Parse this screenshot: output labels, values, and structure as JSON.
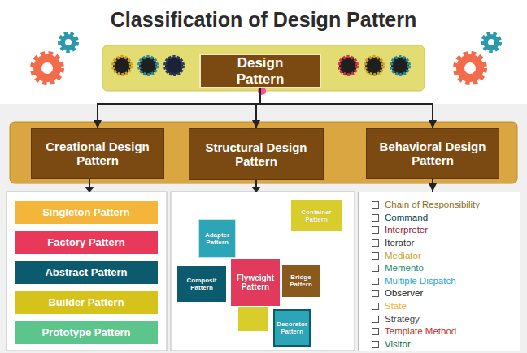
{
  "diagram": {
    "title": "Classification of Design Pattern",
    "nodes": [
      {
        "text": [
          "Design Pattern"
        ]
      },
      {
        "text": [
          "Creational Design Pattern"
        ]
      },
      {
        "text": [
          "Structural Design Pattern"
        ]
      },
      {
        "text": [
          "Behavioral Design Pattern"
        ]
      },
      {
        "text": [
          "Singleton Pattern"
        ]
      },
      {
        "text": [
          "Factory Pattern"
        ]
      },
      {
        "text": [
          "Abstract Pattern"
        ]
      },
      {
        "text": [
          "Builder Pattern"
        ]
      },
      {
        "text": [
          "Prototype Pattern"
        ]
      },
      {
        "text": [
          "Adapter Pattern"
        ]
      },
      {
        "text": [
          "Container Pattern"
        ]
      },
      {
        "text": [
          "Composit Pattern"
        ]
      },
      {
        "text": [
          "Flyweight Pattern"
        ]
      },
      {
        "text": [
          "Bridge Pattern"
        ]
      },
      {
        "text": [
          "Decorator Pattern"
        ]
      },
      {
        "text": [
          "Chain of Responsibility",
          "Command",
          "Interpreter",
          "Iterator",
          "Mediator",
          "Memento",
          "Multiple Dispatch",
          "Observer",
          "State",
          "Strategy",
          "Template Method",
          "Visitor"
        ]
      }
    ],
    "edges": [
      {
        "from": 0,
        "to": 1,
        "arrow": "to"
      },
      {
        "from": 0,
        "to": 2,
        "arrow": "to"
      },
      {
        "from": 0,
        "to": 3,
        "arrow": "to"
      },
      {
        "from": 3,
        "to": 15,
        "arrow": "to"
      }
    ]
  }
}
